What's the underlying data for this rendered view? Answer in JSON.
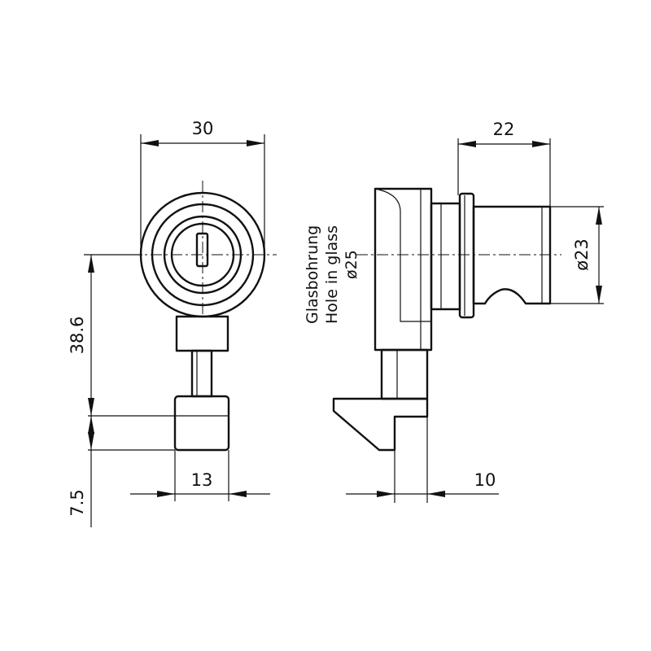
{
  "dimensions": {
    "width_front": "30",
    "height_front": "38.6",
    "offset_bottom": "7.5",
    "width_bolt": "13",
    "width_side": "22",
    "width_tongue": "10",
    "diameter_glass": "ø25",
    "diameter_body": "ø23"
  },
  "notes": {
    "hole_de": "Glasbohrung",
    "hole_en": "Hole in glass"
  }
}
